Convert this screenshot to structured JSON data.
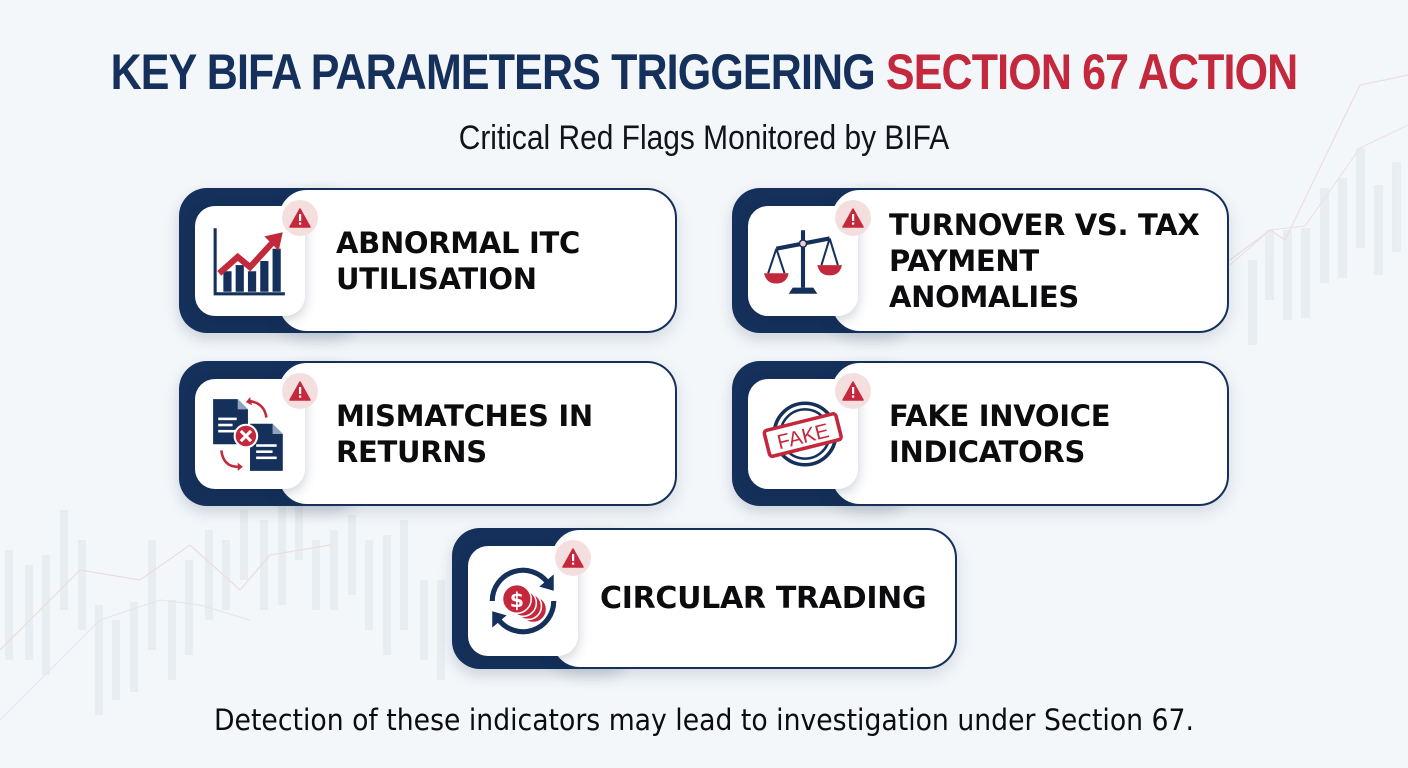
{
  "header": {
    "title_part1": "KEY BIFA PARAMETERS TRIGGERING",
    "title_part2": "SECTION 67 ACTION",
    "subtitle": "Critical Red Flags Monitored by BIFA"
  },
  "cards": [
    {
      "label": "ABNORMAL ITC UTILISATION",
      "icon": "rising-chart-icon",
      "badge": "alert-triangle-icon"
    },
    {
      "label": "TURNOVER VS. TAX PAYMENT ANOMALIES",
      "icon": "balance-scale-icon",
      "badge": "alert-triangle-icon"
    },
    {
      "label": "MISMATCHES IN RETURNS",
      "icon": "document-mismatch-icon",
      "badge": "alert-triangle-icon"
    },
    {
      "label": "FAKE INVOICE INDICATORS",
      "icon": "fake-stamp-icon",
      "badge": "alert-triangle-icon"
    },
    {
      "label": "CIRCULAR TRADING",
      "icon": "circular-money-icon",
      "badge": "alert-triangle-icon"
    }
  ],
  "icons": {
    "fake_stamp_text": "FAKE",
    "dollar_symbol": "$"
  },
  "footer": {
    "note": "Detection of these indicators may lead to investigation under Section 67."
  },
  "colors": {
    "navy": "#15305a",
    "red": "#c4283c",
    "alert_bg": "#f4dede",
    "background": "#f3f7fa",
    "text": "#0c0c0e"
  }
}
